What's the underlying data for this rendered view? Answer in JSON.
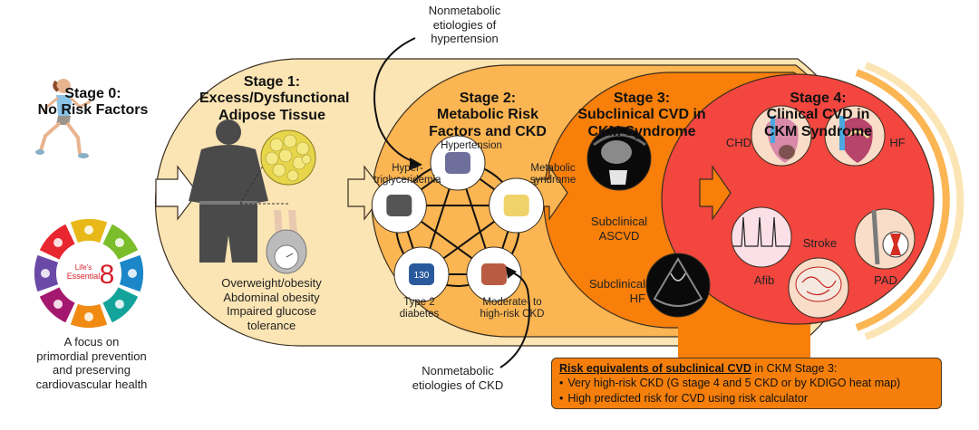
{
  "colors": {
    "stage1_fill": "#fce5b4",
    "stage2_fill": "#fbb552",
    "stage3_fill": "#f77f0a",
    "stage4_fill": "#f2463f",
    "outline": "#3a2e20",
    "riskbox_fill": "#f57f0a"
  },
  "stage0": {
    "title_line1": "Stage 0:",
    "title_line2": "No Risk Factors",
    "logo_line1": "Life's",
    "logo_line2": "Essential",
    "logo_number": "8",
    "logo_segment_colors": [
      "#e8262f",
      "#e7b817",
      "#7bbd2a",
      "#1b86c8",
      "#14a39a",
      "#f08a12",
      "#a5186f",
      "#6a4aa6"
    ],
    "caption": [
      "A focus on",
      "primordial prevention",
      "and preserving",
      "cardiovascular health"
    ]
  },
  "stage1": {
    "title": [
      "Stage 1:",
      "Excess/Dysfunctional",
      "Adipose Tissue"
    ],
    "conditions": [
      "Overweight/obesity",
      "Abdominal obesity",
      "Impaired glucose",
      "tolerance"
    ]
  },
  "stage2": {
    "title": [
      "Stage 2:",
      "Metabolic Risk",
      "Factors and CKD"
    ],
    "nodes": [
      {
        "label": [
          "Hypertension"
        ],
        "icon": "blood-pressure-monitor"
      },
      {
        "label": [
          "Metabolic",
          "syndrome"
        ],
        "icon": "abdominal-ct"
      },
      {
        "label": [
          "Moderate- to",
          "high-risk CKD"
        ],
        "icon": "kidneys"
      },
      {
        "label": [
          "Type 2",
          "diabetes"
        ],
        "icon": "glucose-meter",
        "reading": "130"
      },
      {
        "label": [
          "Hyper-",
          "triglyceridemia"
        ],
        "icon": "triglyceride-molecules"
      }
    ],
    "annotation_top": [
      "Nonmetabolic",
      "etiologies of",
      "hypertension"
    ],
    "annotation_bottom": [
      "Nonmetabolic",
      "etiologies of CKD"
    ]
  },
  "stage3": {
    "title": [
      "Stage 3:",
      "Subclinical CVD in",
      "CKM Syndrome"
    ],
    "items": [
      {
        "label": [
          "Subclinical",
          "ASCVD"
        ],
        "icon": "cardiac-ct"
      },
      {
        "label": [
          "Subclinical",
          "HF"
        ],
        "icon": "echocardiogram"
      }
    ]
  },
  "stage4": {
    "title": [
      "Stage 4:",
      "Clinical CVD in",
      "CKM Syndrome"
    ],
    "items": [
      {
        "label": "CHD",
        "icon": "heart-infarct"
      },
      {
        "label": "HF",
        "icon": "heart-cross-section"
      },
      {
        "label": "Afib",
        "icon": "ecg-strip"
      },
      {
        "label": "Stroke",
        "icon": "brain"
      },
      {
        "label": "PAD",
        "icon": "leg-artery"
      }
    ]
  },
  "risk_box": {
    "heading": "Risk equivalents of subclinical CVD",
    "heading_suffix": " in CKM Stage 3:",
    "bullets": [
      "Very high-risk CKD (G stage 4 and 5 CKD or by KDIGO heat map)",
      "High predicted risk for CVD using risk calculator"
    ]
  }
}
